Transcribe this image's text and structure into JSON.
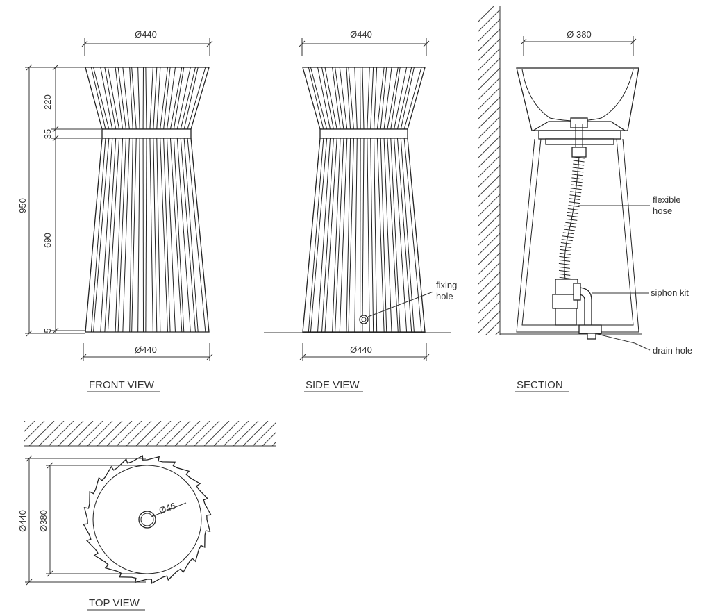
{
  "views": {
    "front": {
      "title": "FRONT VIEW",
      "dims": {
        "top_diameter": "Ø440",
        "bottom_diameter": "Ø440",
        "total_height": "950",
        "bowl_height": "220",
        "band_height": "35",
        "column_height": "690",
        "base_height": "5"
      }
    },
    "side": {
      "title": "SIDE VIEW",
      "dims": {
        "top_diameter": "Ø440",
        "bottom_diameter": "Ø440"
      },
      "callouts": {
        "fixing_hole_line1": "fixing",
        "fixing_hole_line2": "hole"
      }
    },
    "section": {
      "title": "SECTION",
      "dims": {
        "top_diameter": "Ø 380"
      },
      "callouts": {
        "flexible_hose_line1": "flexible",
        "flexible_hose_line2": "hose",
        "siphon_kit": "siphon kit",
        "drain_hole": "drain hole"
      }
    },
    "top": {
      "title": "TOP VIEW",
      "dims": {
        "outer_diameter": "Ø440",
        "inner_diameter": "Ø380",
        "drain_diameter": "Ø46"
      }
    }
  },
  "colors": {
    "line": "#222222",
    "text": "#333333",
    "background": "#ffffff"
  }
}
